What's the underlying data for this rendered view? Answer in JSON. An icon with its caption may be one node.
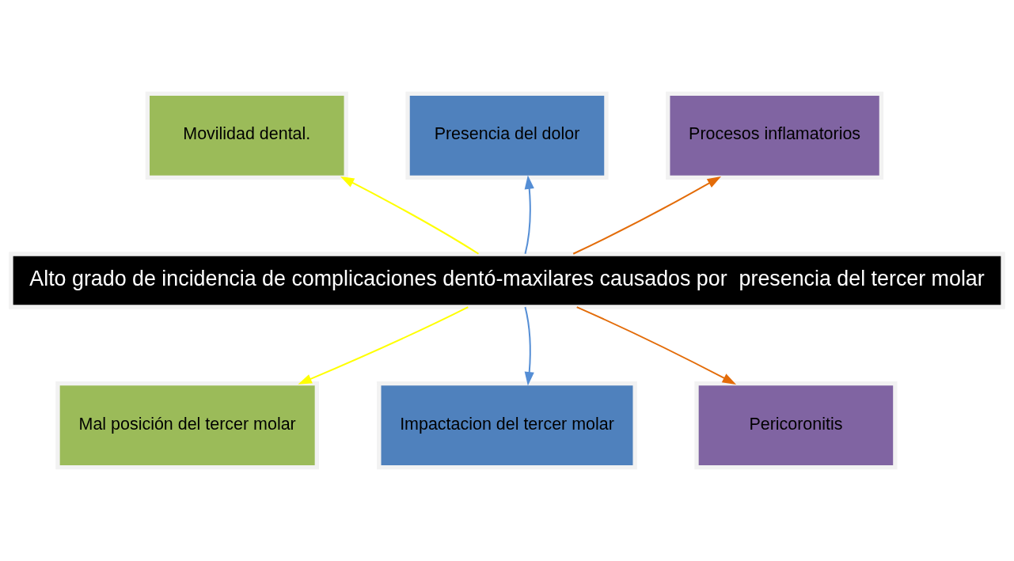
{
  "diagram": {
    "nodes": [
      {
        "text": [
          "Movilidad dental."
        ]
      },
      {
        "text": [
          "Presencia del dolor"
        ]
      },
      {
        "text": [
          "Procesos inflamatorios"
        ]
      },
      {
        "text": [
          "Alto grado de incidencia de complicaciones dentó-maxilares causados por  presencia del tercer molar"
        ]
      },
      {
        "text": [
          "Mal posición del tercer molar"
        ]
      },
      {
        "text": [
          "Impactacion del tercer molar"
        ]
      },
      {
        "text": [
          "Pericoronitis"
        ]
      }
    ],
    "edges": [
      {
        "from": 3,
        "to": 0,
        "arrow": "to",
        "color": "#ffff00"
      },
      {
        "from": 3,
        "to": 1,
        "arrow": "to",
        "color": "#558ed5"
      },
      {
        "from": 3,
        "to": 2,
        "arrow": "to",
        "color": "#e36c09"
      },
      {
        "from": 3,
        "to": 4,
        "arrow": "to",
        "color": "#ffff00"
      },
      {
        "from": 3,
        "to": 5,
        "arrow": "to",
        "color": "#558ed5"
      },
      {
        "from": 3,
        "to": 6,
        "arrow": "to",
        "color": "#e36c09"
      }
    ]
  }
}
